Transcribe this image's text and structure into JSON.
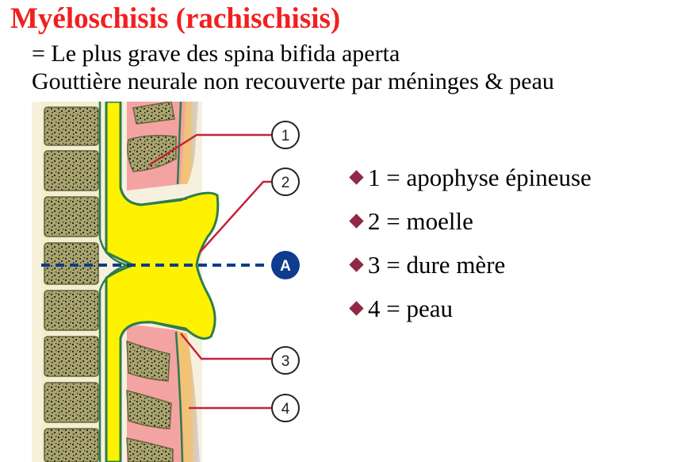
{
  "slide": {
    "title": "Myéloschisis (rachischisis)",
    "subtitle_line1": "= Le plus grave des  spina bifida aperta",
    "subtitle_line2": "Gouttière neurale non recouverte par méninges & peau"
  },
  "diagram": {
    "callouts": [
      {
        "label": "1"
      },
      {
        "label": "2"
      },
      {
        "label": "A"
      },
      {
        "label": "3"
      },
      {
        "label": "4"
      }
    ]
  },
  "legend": {
    "items": [
      {
        "text": "1 = apophyse épineuse"
      },
      {
        "text": "2 = moelle"
      },
      {
        "text": "3 = dure mère"
      },
      {
        "text": "4 = peau"
      }
    ]
  },
  "colors": {
    "title": "#f21f1f",
    "bullet": "#8e2a45",
    "spinal_cord": "#fff200",
    "dura_mater": "#2e7d4a",
    "skin": "#f2b85a",
    "vertebra": "#a9a36e",
    "canal_pink": "#f4a3a3",
    "callout_line": "#c4233a",
    "section_line": "#0f3c8c"
  },
  "icons": {
    "bullet": "diamond-bullet-icon"
  }
}
